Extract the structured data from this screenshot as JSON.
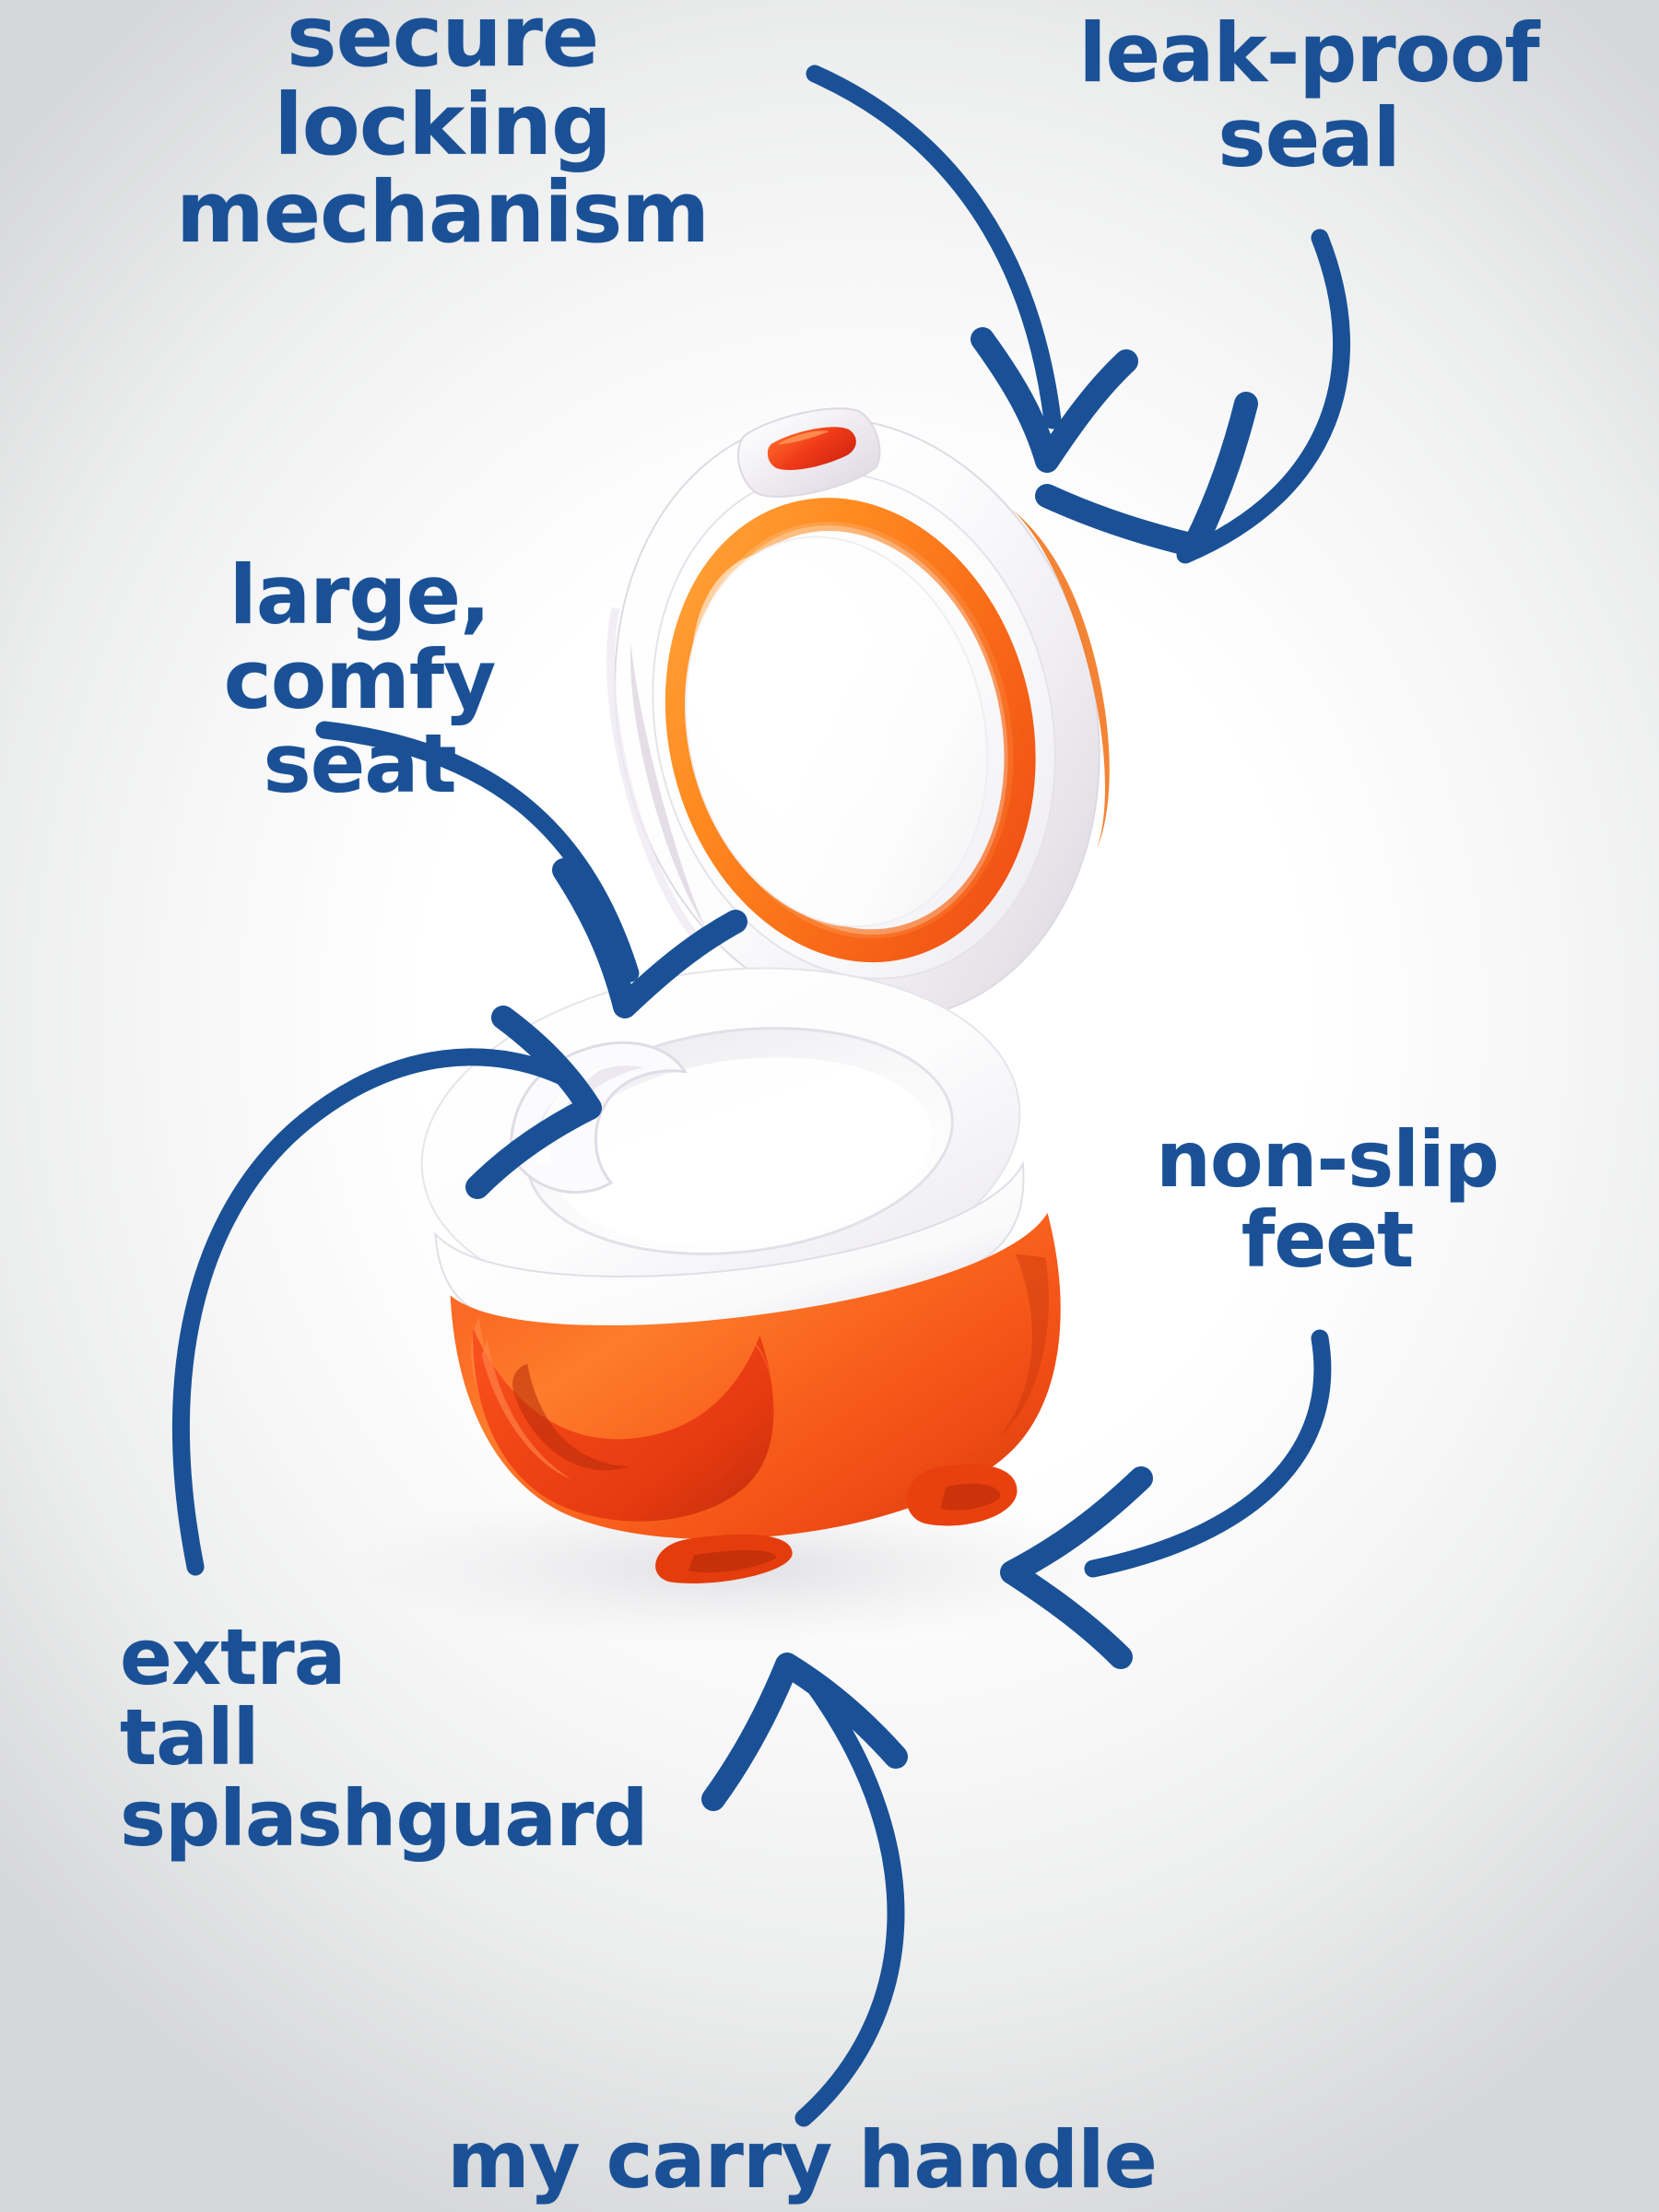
{
  "image": {
    "subject": "portable travel potty with lid open",
    "background_style": "white-to-light-gray radial gradient studio backdrop"
  },
  "palette": {
    "callout_blue": "#1a5196",
    "product_orange": "#f4571f",
    "product_orange_light": "#ff8c2e",
    "product_handle_red_orange": "#f03d16",
    "product_white": "#ffffff",
    "latch_red": "#e8291a",
    "background_center": "#ffffff",
    "background_edge": "#d6d7d9"
  },
  "callouts": [
    {
      "id": "secure-locking",
      "text": "secure locking\nmechanism",
      "points_to": "lid latch at top of the open lid",
      "arrow": "curved down-right into the red latch"
    },
    {
      "id": "leak-proof",
      "text": "leak-proof\nseal",
      "points_to": "orange silicone ring around the inner lid",
      "arrow": "curved down-left into the orange seal ring"
    },
    {
      "id": "comfy-seat",
      "text": "large, comfy\nseat",
      "points_to": "white moulded seat of the potty base",
      "arrow": "curved down-right into the seat rim"
    },
    {
      "id": "non-slip",
      "text": "non-slip\nfeet",
      "points_to": "rubber foot on the lower right of the orange base",
      "arrow": "curved left into the base foot"
    },
    {
      "id": "splashguard",
      "text": "extra\ntall\nsplashguard",
      "points_to": "raised front wall inside the seat",
      "arrow": "long curve sweeping up-right into the splashguard"
    },
    {
      "id": "carry-handle",
      "text": "my carry handle",
      "points_to": "orange-red handle on the front of the base",
      "arrow": "curved up-left into the handle"
    }
  ]
}
